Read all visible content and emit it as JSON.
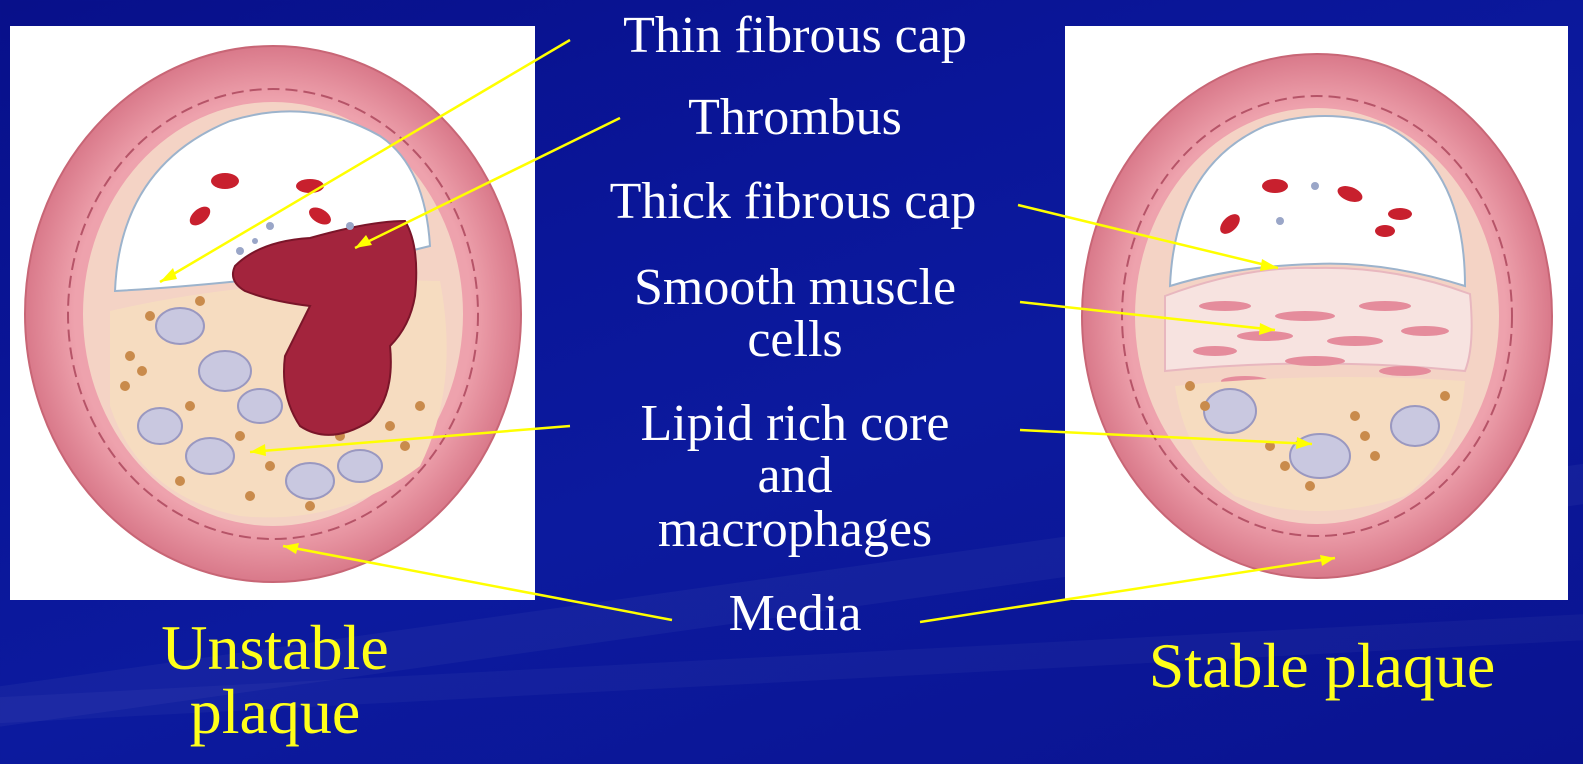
{
  "labels": {
    "thin_fibrous_cap": "Thin fibrous cap",
    "thrombus": "Thrombus",
    "thick_fibrous_cap": "Thick fibrous cap",
    "smooth_muscle_line1": "Smooth muscle",
    "smooth_muscle_line2": "cells",
    "lipid_line1": "Lipid rich core",
    "lipid_line2": "and",
    "lipid_line3": "macrophages",
    "media": "Media"
  },
  "titles": {
    "unstable_line1": "Unstable",
    "unstable_line2": "plaque",
    "stable": "Stable plaque"
  },
  "colors": {
    "background": "#0a1699",
    "label_text": "#ffffff",
    "title_text": "#ffff1a",
    "leader_line": "#ffff00",
    "vessel_wall": "#e48a98",
    "thrombus": "#a3243d",
    "lipid_core": "#f6dcc0"
  }
}
